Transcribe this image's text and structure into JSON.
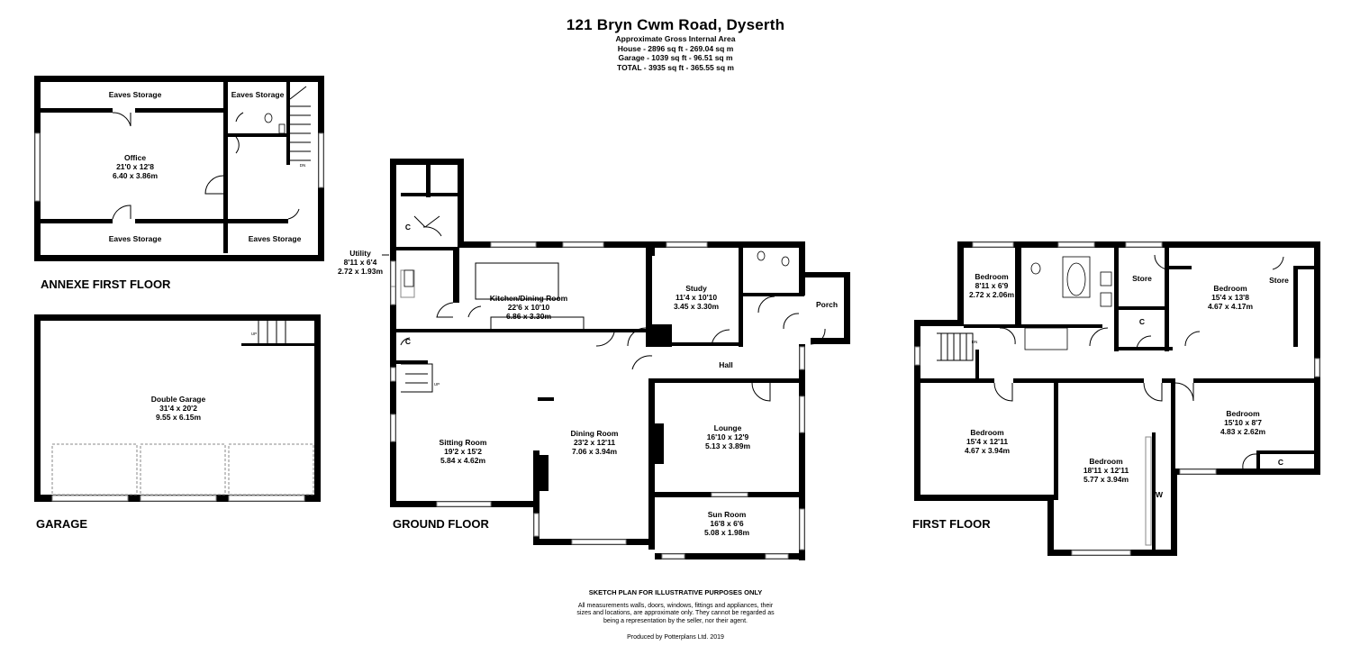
{
  "header": {
    "title": "121 Bryn Cwm Road, Dyserth",
    "subtitle": "Approximate Gross Internal Area",
    "area_house": "House - 2896 sq ft - 269.04 sq m",
    "area_garage": "Garage - 1039 sq ft - 96.51 sq m",
    "area_total": "TOTAL - 3935 sq ft - 365.55 sq m"
  },
  "floors": {
    "annexe": "ANNEXE FIRST FLOOR",
    "garage": "GARAGE",
    "ground": "GROUND FLOOR",
    "first": "FIRST FLOOR"
  },
  "rooms": {
    "eaves_top_left": "Eaves Storage",
    "eaves_top_right": "Eaves Storage",
    "eaves_bottom_left": "Eaves Storage",
    "eaves_bottom_right": "Eaves Storage",
    "office": {
      "name": "Office",
      "ft": "21'0 x 12'8",
      "m": "6.40 x 3.86m"
    },
    "double_garage": {
      "name": "Double Garage",
      "ft": "31'4 x 20'2",
      "m": "9.55 x 6.15m"
    },
    "utility": {
      "name": "Utility",
      "ft": "8'11 x 6'4",
      "m": "2.72 x 1.93m"
    },
    "kitchen": {
      "name": "Kitchen/Dining Room",
      "ft": "22'6 x 10'10",
      "m": "6.86 x 3.30m"
    },
    "study": {
      "name": "Study",
      "ft": "11'4 x 10'10",
      "m": "3.45 x 3.30m"
    },
    "porch": "Porch",
    "hall": "Hall",
    "sitting": {
      "name": "Sitting Room",
      "ft": "19'2 x 15'2",
      "m": "5.84 x 4.62m"
    },
    "dining": {
      "name": "Dining Room",
      "ft": "23'2 x 12'11",
      "m": "7.06 x 3.94m"
    },
    "lounge": {
      "name": "Lounge",
      "ft": "16'10 x 12'9",
      "m": "5.13 x 3.89m"
    },
    "sunroom": {
      "name": "Sun Room",
      "ft": "16'8 x 6'6",
      "m": "5.08 x 1.98m"
    },
    "c_label": "C",
    "bed_small": {
      "name": "Bedroom",
      "ft": "8'11 x 6'9",
      "m": "2.72 x 2.06m"
    },
    "store_left": "Store",
    "store_right": "Store",
    "bed_tr": {
      "name": "Bedroom",
      "ft": "15'4 x 13'8",
      "m": "4.67 x 4.17m"
    },
    "bed_right": {
      "name": "Bedroom",
      "ft": "15'10 x 8'7",
      "m": "4.83 x 2.62m"
    },
    "bed_left": {
      "name": "Bedroom",
      "ft": "15'4 x 12'11",
      "m": "4.67 x 3.94m"
    },
    "bed_mid": {
      "name": "Bedroom",
      "ft": "18'11 x 12'11",
      "m": "5.77 x 3.94m"
    },
    "w_label": "W",
    "up_label": "UP",
    "dn_label": "DN"
  },
  "footer": {
    "heading": "SKETCH PLAN FOR ILLUSTRATIVE PURPOSES ONLY",
    "line1": "All measurements walls, doors, windows, fittings and appliances, their",
    "line2": "sizes and locations, are approximate only. They cannot be regarded as",
    "line3": "being a representation by the seller, nor their agent.",
    "produced": "Produced by Potterplans Ltd. 2019"
  }
}
